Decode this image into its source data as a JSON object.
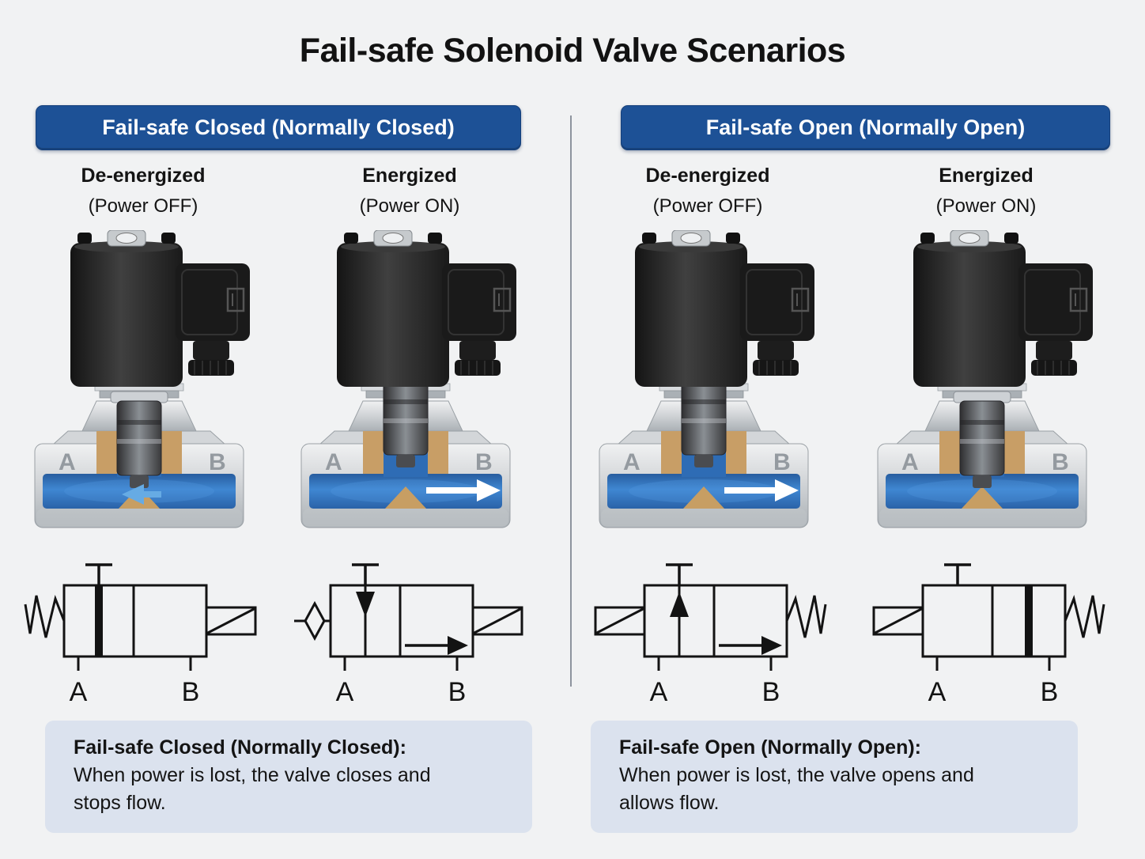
{
  "title": "Fail-safe Solenoid Valve Scenarios",
  "colors": {
    "header_bg": "#1d5196",
    "header_text": "#ffffff",
    "page_bg": "#f1f2f3",
    "info_bg": "#dbe2ee",
    "divider": "#8e949e",
    "schematic_ink": "#131313",
    "fluid_blue": "#3f87d2",
    "flow_arrow_white": "#ffffff",
    "flow_arrow_blue": "#66abe4",
    "valve_body_silver": "#cfd2d5",
    "coil_black": "#262626",
    "brass": "#c89e66"
  },
  "panels": [
    {
      "header": "Fail-safe Closed (Normally Closed)",
      "info": {
        "heading": "Fail-safe Closed (Normally Closed):",
        "body": "When power is lost, the valve closes and stops flow."
      },
      "columns": [
        {
          "state_label": "De-energized",
          "power_label": "(Power OFF)",
          "ports": [
            "A",
            "B"
          ],
          "valve": {
            "plunger": "down",
            "flow": "blocked",
            "flow_arrow": "blue-left"
          },
          "schematic": {
            "coil_side": "right",
            "return_side": "spring-left",
            "left_cell": "blocked-bar",
            "right_cell": "empty",
            "pilot": "none"
          }
        },
        {
          "state_label": "Energized",
          "power_label": "(Power ON)",
          "ports": [
            "A",
            "B"
          ],
          "valve": {
            "plunger": "up",
            "flow": "flowing",
            "flow_arrow": "white-right"
          },
          "schematic": {
            "coil_side": "right",
            "return_side": "none",
            "left_cell": "poppet-down",
            "right_cell": "flow-arrow",
            "pilot": "diamond-left"
          }
        }
      ]
    },
    {
      "header": "Fail-safe Open (Normally Open)",
      "info": {
        "heading": "Fail-safe Open (Normally Open):",
        "body": "When power is lost, the valve opens and allows flow."
      },
      "columns": [
        {
          "state_label": "De-energized",
          "power_label": "(Power OFF)",
          "ports": [
            "A",
            "B"
          ],
          "valve": {
            "plunger": "up",
            "flow": "flowing",
            "flow_arrow": "white-right"
          },
          "schematic": {
            "coil_side": "left",
            "return_side": "spring-right",
            "left_cell": "poppet-up",
            "right_cell": "flow-arrow",
            "pilot": "none"
          }
        },
        {
          "state_label": "Energized",
          "power_label": "(Power ON)",
          "ports": [
            "A",
            "B"
          ],
          "valve": {
            "plunger": "down",
            "flow": "blocked",
            "flow_arrow": "none"
          },
          "schematic": {
            "coil_side": "left",
            "return_side": "spring-right",
            "left_cell": "empty-with-stem",
            "right_cell": "blocked-bar",
            "pilot": "none"
          }
        }
      ]
    }
  ]
}
